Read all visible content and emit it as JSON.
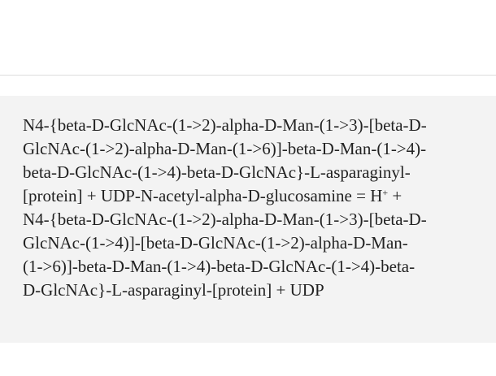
{
  "reaction": {
    "lines": [
      "N4-{beta-D-GlcNAc-(1->2)-alpha-D-Man-(1->3)-[beta-D-",
      "GlcNAc-(1->2)-alpha-D-Man-(1->6)]-beta-D-Man-(1->4)-",
      "beta-D-GlcNAc-(1->4)-beta-D-GlcNAc}-L-asparaginyl-",
      "[protein] + UDP-N-acetyl-alpha-D-glucosamine = H",
      "N4-{beta-D-GlcNAc-(1->2)-alpha-D-Man-(1->3)-[beta-D-",
      "GlcNAc-(1->4)]-[beta-D-GlcNAc-(1->2)-alpha-D-Man-",
      "(1->6)]-beta-D-Man-(1->4)-beta-D-GlcNAc-(1->4)-beta-",
      "D-GlcNAc}-L-asparaginyl-[protein] + UDP"
    ],
    "proton_charge": "+",
    "line4_suffix": " +"
  }
}
